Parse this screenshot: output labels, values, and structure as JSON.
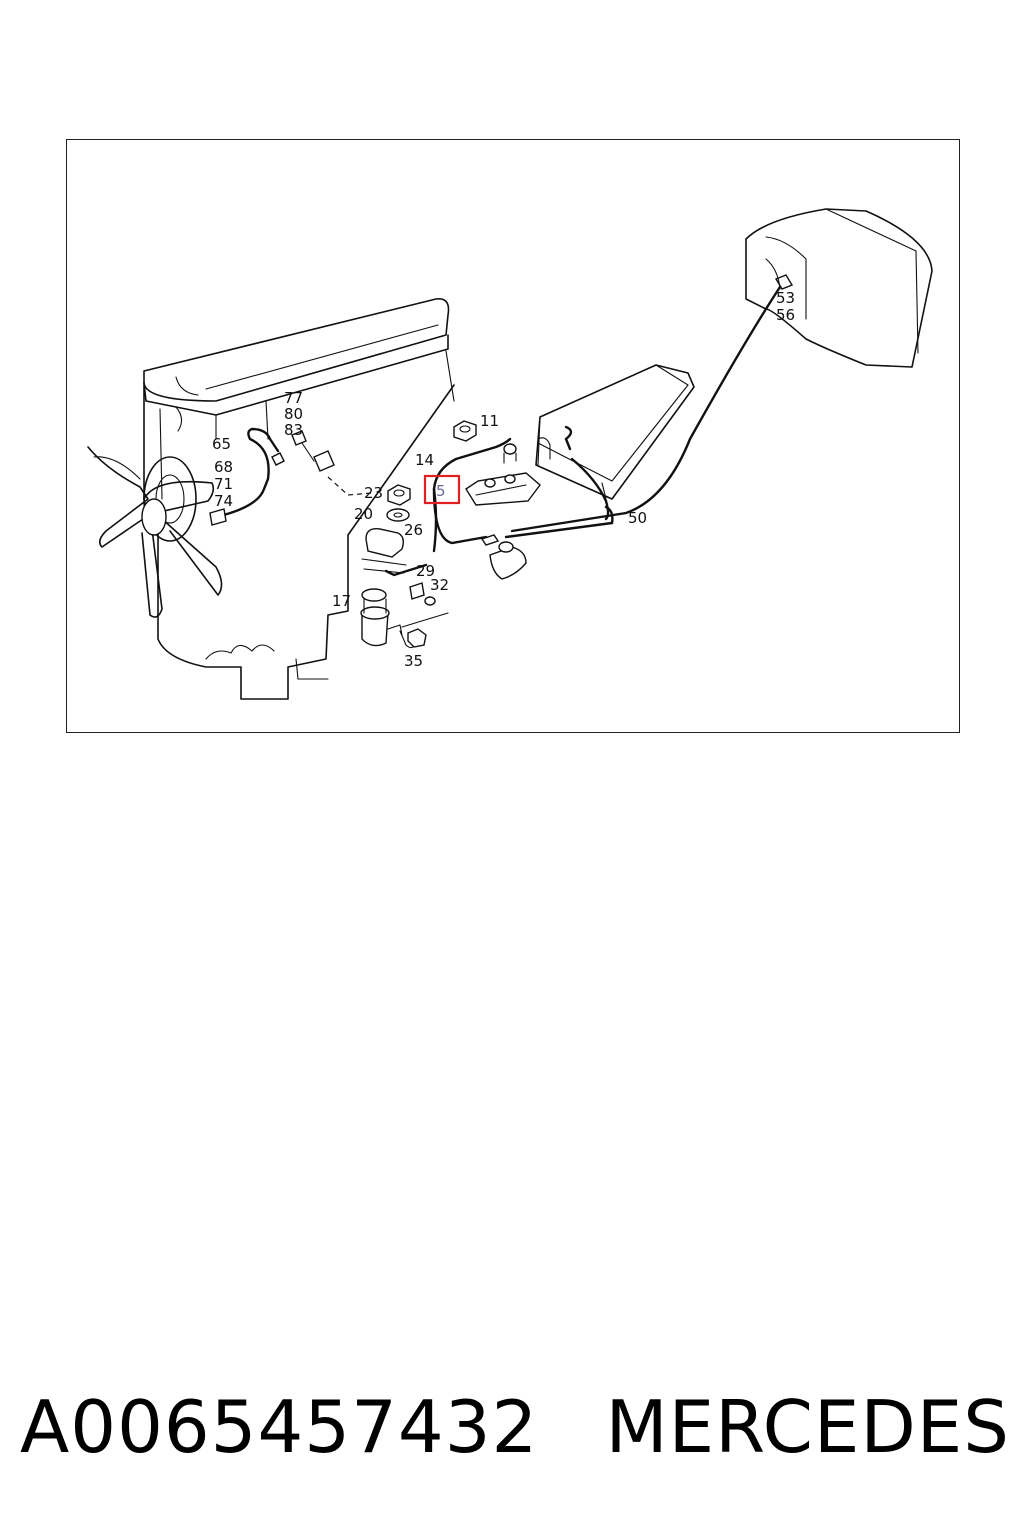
{
  "diagram": {
    "callouts": {
      "c77": "77",
      "c80": "80",
      "c83": "83",
      "c65": "65",
      "c68": "68",
      "c71": "71",
      "c74": "74",
      "c11": "11",
      "c14": "14",
      "c5": "5",
      "c23": "23",
      "c20": "20",
      "c26": "26",
      "c29": "29",
      "c32": "32",
      "c17": "17",
      "c35": "35",
      "c50": "50",
      "c53": "53",
      "c56": "56"
    },
    "highlight_color": "#e02020"
  },
  "caption": {
    "part_number": "A0065457432",
    "brand": "MERCEDES"
  }
}
